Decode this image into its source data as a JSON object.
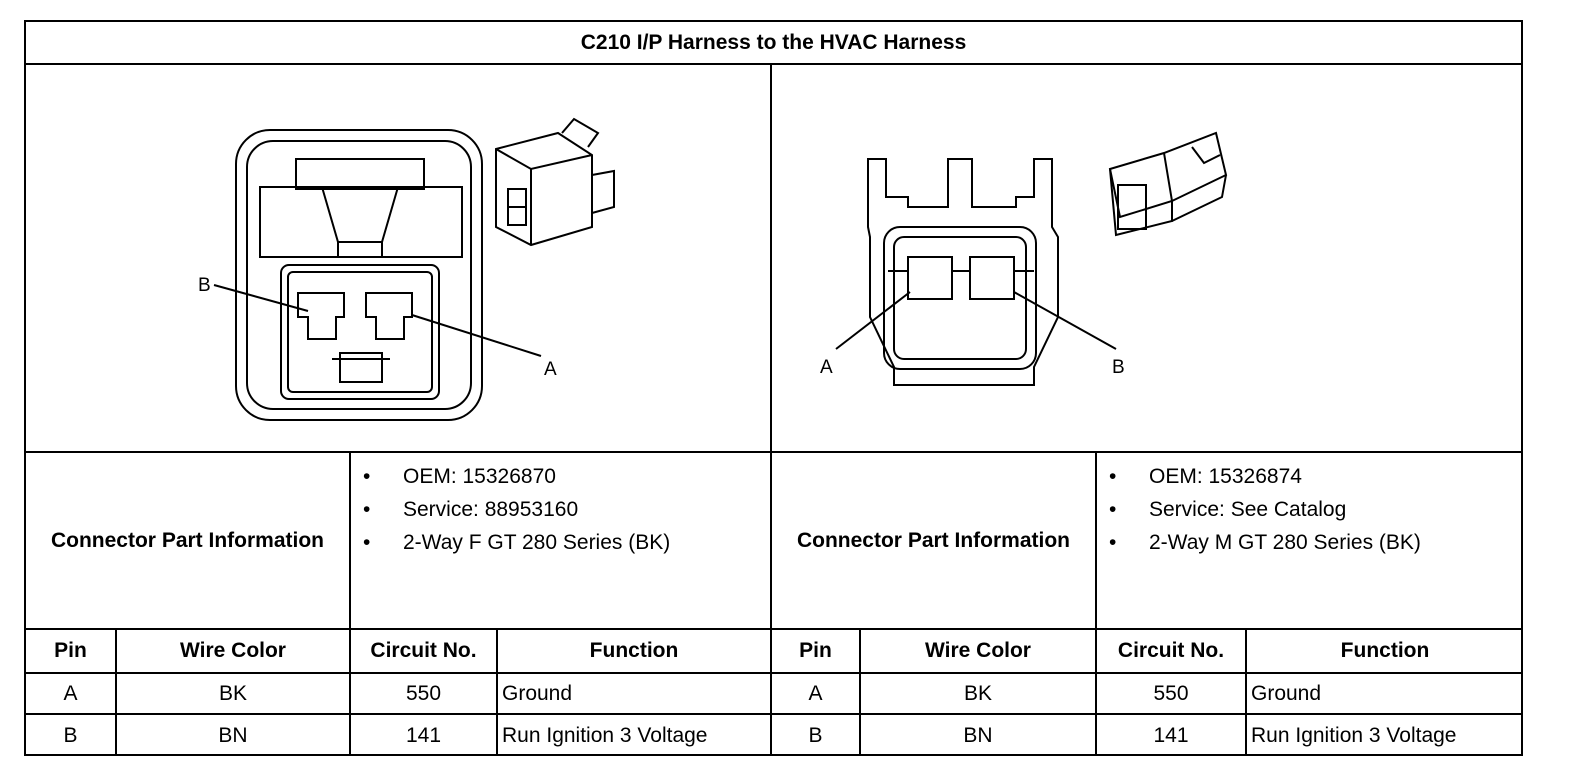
{
  "title": "C210 I/P Harness to the HVAC Harness",
  "left": {
    "connector_label": "Connector Part Information",
    "parts": [
      "OEM: 15326870",
      "Service: 88953160",
      "2-Way F GT 280 Series (BK)"
    ],
    "pin_labels": {
      "a": "A",
      "b": "B"
    },
    "headers": {
      "pin": "Pin",
      "wire": "Wire Color",
      "circuit": "Circuit No.",
      "function": "Function"
    },
    "rows": [
      {
        "pin": "A",
        "wire": "BK",
        "circuit": "550",
        "function": "Ground"
      },
      {
        "pin": "B",
        "wire": "BN",
        "circuit": "141",
        "function": "Run Ignition 3 Voltage"
      }
    ]
  },
  "right": {
    "connector_label": "Connector Part Information",
    "parts": [
      "OEM: 15326874",
      "Service: See Catalog",
      "2-Way M GT 280 Series (BK)"
    ],
    "pin_labels": {
      "a": "A",
      "b": "B"
    },
    "headers": {
      "pin": "Pin",
      "wire": "Wire Color",
      "circuit": "Circuit No.",
      "function": "Function"
    },
    "rows": [
      {
        "pin": "A",
        "wire": "BK",
        "circuit": "550",
        "function": "Ground"
      },
      {
        "pin": "B",
        "wire": "BN",
        "circuit": "141",
        "function": "Run Ignition 3 Voltage"
      }
    ]
  }
}
